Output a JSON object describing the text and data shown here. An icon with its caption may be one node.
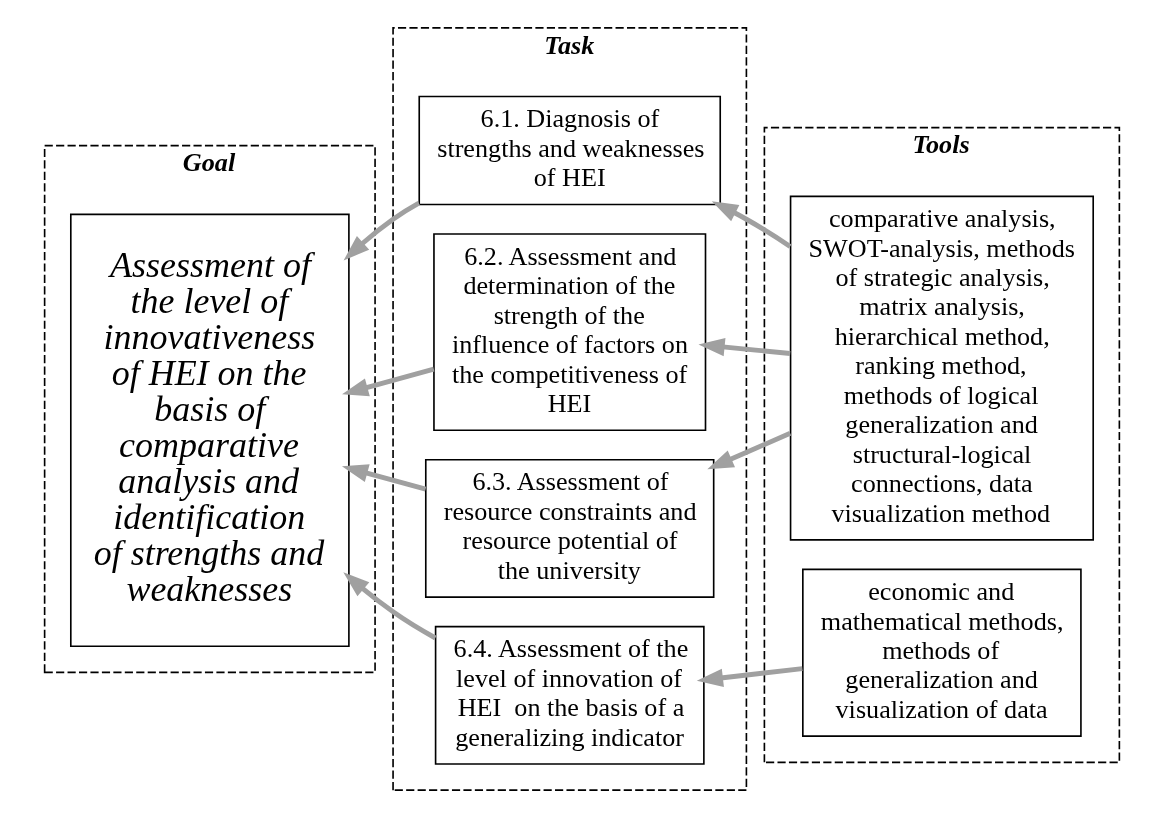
{
  "diagram": {
    "nodes": [
      {
        "text": [
          "Goal"
        ]
      },
      {
        "text": [
          "Task"
        ]
      },
      {
        "text": [
          "Tools"
        ]
      },
      {
        "text": [
          "Assessment of the level of innovativeness of HEI on the basis of comparative analysis and identification of strengths and weaknesses"
        ],
        "in": 0
      },
      {
        "text": [
          "6.1. Diagnosis of strengths and weaknesses of HEI"
        ],
        "in": 1
      },
      {
        "text": [
          "6.2. Assessment and determination of the strength of the influence of factors on the competitiveness of HEI"
        ],
        "in": 1
      },
      {
        "text": [
          "6.3. Assessment of resource constraints and resource potential of the university"
        ],
        "in": 1
      },
      {
        "text": [
          "6.4. Assessment of the level of innovation of HEI  on the basis of a generalizing indicator"
        ],
        "in": 1
      },
      {
        "text": [
          "comparative analysis, SWOT-analysis, methods of strategic analysis, matrix analysis, hierarchical method, ranking method, methods of logical generalization and structural-logical connections, data visualization method"
        ],
        "in": 2
      },
      {
        "text": [
          "economic and mathematical methods, methods of generalization and visualization of data"
        ],
        "in": 2
      }
    ],
    "edges": [
      {
        "from": 8,
        "to": 4,
        "arrow": "to"
      },
      {
        "from": 8,
        "to": 5,
        "arrow": "to"
      },
      {
        "from": 8,
        "to": 6,
        "arrow": "to"
      },
      {
        "from": 9,
        "to": 7,
        "arrow": "to"
      },
      {
        "from": 4,
        "to": 3,
        "arrow": "to"
      },
      {
        "from": 5,
        "to": 3,
        "arrow": "to"
      },
      {
        "from": 6,
        "to": 3,
        "arrow": "to"
      },
      {
        "from": 7,
        "to": 3,
        "arrow": "to"
      }
    ]
  }
}
